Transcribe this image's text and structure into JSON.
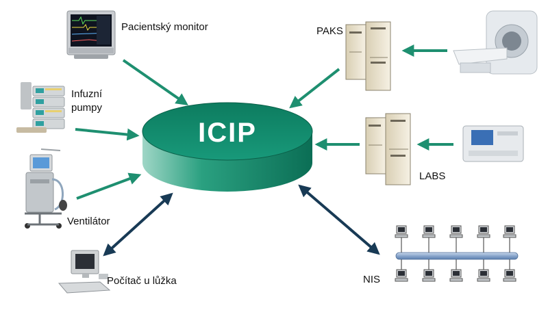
{
  "hub": {
    "label": "ICIP"
  },
  "nodes": {
    "patient_monitor": "Pacientský monitor",
    "infusion_pumps_line1": "Infuzní",
    "infusion_pumps_line2": "pumpy",
    "ventilator": "Ventilátor",
    "bedside_pc": "Počítač u lůžka",
    "paks": "PAKS",
    "labs": "LABS",
    "nis": "NIS"
  },
  "colors": {
    "hub": "#129473",
    "hub_dark": "#0b6e55",
    "arrow_in": "#1e8f70",
    "arrow_bidir": "#183a55"
  }
}
